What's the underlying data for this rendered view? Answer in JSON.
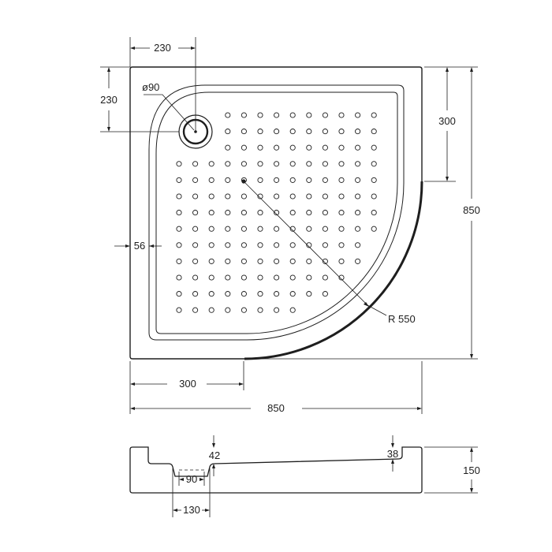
{
  "drawing": {
    "plan": {
      "drain_diameter": "ø90",
      "top_width": "230",
      "left_offset": "230",
      "right_straight": "300",
      "height_total": "850",
      "rim_width": "56",
      "bottom_straight": "300",
      "width_total": "850",
      "radius": "R 550"
    },
    "section": {
      "drain_depth": "42",
      "rim_depth": "38",
      "height": "150",
      "drain_inner": "90",
      "drain_outer": "130"
    }
  },
  "colors": {
    "line": "#1e1e1e",
    "background": "#ffffff"
  }
}
